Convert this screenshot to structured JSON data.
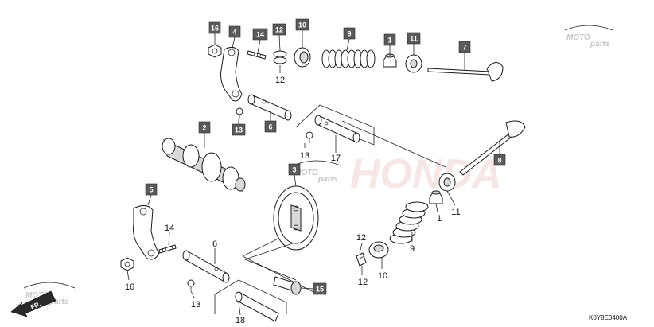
{
  "drawing_code": "K0Y8E0400A",
  "front_arrow_label": "FR.",
  "watermark_brand": "HONDA",
  "logo": {
    "text": "MOTO",
    "subtext": "parts"
  },
  "part_labels": {
    "p1_top": "1",
    "p1_low": "1",
    "p2": "2",
    "p3": "3",
    "p4": "4",
    "p5": "5",
    "p6_top": "6",
    "p6_low": "6",
    "p7": "7",
    "p8": "8",
    "p9_top": "9",
    "p9_low": "9",
    "p10_top": "10",
    "p10_low": "10",
    "p11_top": "11",
    "p11_low": "11",
    "p12_top_box": "12",
    "p12_top": "12",
    "p12_low_a": "12",
    "p12_low_b": "12",
    "p13_top": "13",
    "p13_mid": "13",
    "p13_low": "13",
    "p14_top": "14",
    "p14_low": "14",
    "p15": "15",
    "p16_top": "16",
    "p16_low": "16",
    "p17": "17",
    "p18": "18"
  }
}
